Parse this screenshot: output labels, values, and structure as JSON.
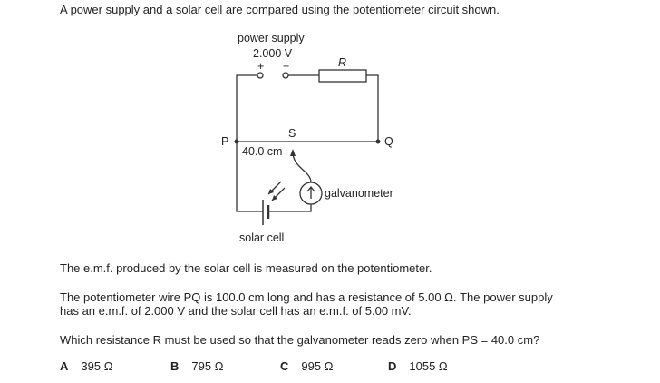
{
  "question": {
    "intro": "A power supply and a solar cell are compared using the potentiometer circuit shown.",
    "statement1": "The e.m.f. produced by the solar cell is measured on the potentiometer.",
    "statement2_line1": "The potentiometer wire PQ is 100.0 cm long and has a resistance of 5.00 Ω. The power supply",
    "statement2_line2": "has an e.m.f. of 2.000 V and the solar cell has an e.m.f. of 5.00 mV.",
    "prompt": "Which resistance R must be used so that the galvanometer reads zero when PS = 40.0 cm?"
  },
  "diagram": {
    "power_supply_label": "power supply",
    "voltage": "2.000 V",
    "plus": "+",
    "minus": "−",
    "resistor_label": "R",
    "p_label": "P",
    "q_label": "Q",
    "s_label": "S",
    "length_label": "40.0 cm",
    "galvanometer_label": "galvanometer",
    "solar_cell_label": "solar cell"
  },
  "options": [
    {
      "letter": "A",
      "value": "395 Ω"
    },
    {
      "letter": "B",
      "value": "795 Ω"
    },
    {
      "letter": "C",
      "value": "995 Ω"
    },
    {
      "letter": "D",
      "value": "1055 Ω"
    }
  ]
}
